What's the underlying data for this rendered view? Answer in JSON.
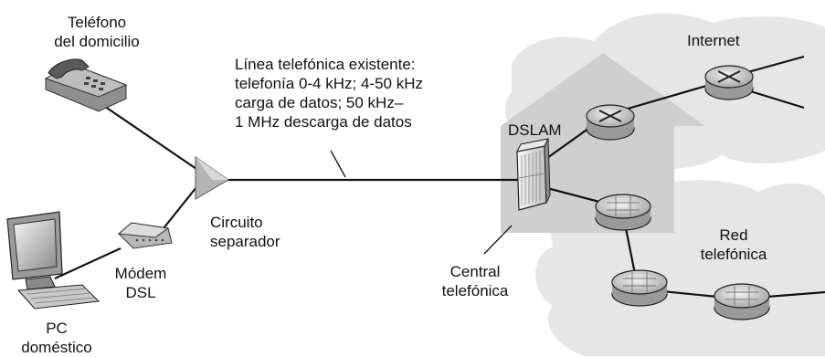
{
  "labels": {
    "home_phone": [
      "Teléfono",
      "del domicilio"
    ],
    "line_info": [
      "Línea telefónica existente:",
      "telefonía 0-4 kHz; 4-50 kHz",
      "carga de datos; 50 kHz–",
      "1 MHz descarga de datos"
    ],
    "dslam": "DSLAM",
    "internet": "Internet",
    "splitter": [
      "Circuito",
      "separador"
    ],
    "modem": [
      "Módem",
      "DSL"
    ],
    "home_pc": [
      "PC",
      "doméstico"
    ],
    "central_office": [
      "Central",
      "telefónica"
    ],
    "phone_net": [
      "Red",
      "telefónica"
    ]
  },
  "colors": {
    "line": "#111111",
    "cloud": "#e6e6e6",
    "house": "#cfcfcf",
    "router": "#d4d4d4",
    "splitter": "#b5b5b5"
  }
}
